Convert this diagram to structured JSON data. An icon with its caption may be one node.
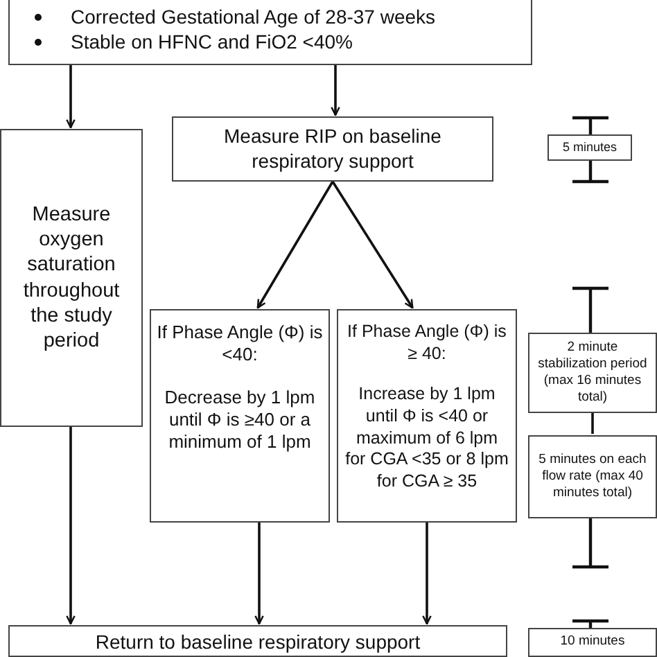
{
  "diagram": {
    "nodes": [
      {
        "text": [
          "Corrected Gestational Age of 28-37 weeks",
          "Stable on HFNC and FiO2 <40%"
        ]
      },
      {
        "text": [
          "Measure RIP on baseline respiratory support"
        ]
      },
      {
        "text": [
          "5 minutes"
        ]
      },
      {
        "text": [
          "Measure oxygen saturation throughout the study period"
        ]
      },
      {
        "text": [
          "If Phase Angle (Φ) is <40:",
          "Decrease by 1 lpm until Φ is ≥40 or a minimum of 1 lpm"
        ]
      },
      {
        "text": [
          "If Phase Angle (Φ) is ≥ 40:",
          "Increase by 1 lpm until Φ is <40 or maximum of 6 lpm for CGA <35 or 8 lpm for CGA ≥ 35"
        ]
      },
      {
        "text": [
          "2 minute stabilization period (max 16 minutes total)"
        ]
      },
      {
        "text": [
          "5 minutes on each flow rate (max 40 minutes total)"
        ]
      },
      {
        "text": [
          "Return to baseline respiratory support"
        ]
      },
      {
        "text": [
          "10 minutes"
        ]
      }
    ],
    "edges": [
      {
        "from": 0,
        "to": 3,
        "arrow": "to"
      },
      {
        "from": 0,
        "to": 1,
        "arrow": "to"
      },
      {
        "from": 1,
        "to": 4,
        "arrow": "to"
      },
      {
        "from": 1,
        "to": 5,
        "arrow": "to"
      },
      {
        "from": 6,
        "to": 7,
        "arrow": "none"
      },
      {
        "from": 3,
        "to": 8,
        "arrow": "to"
      },
      {
        "from": 4,
        "to": 8,
        "arrow": "to"
      },
      {
        "from": 5,
        "to": 8,
        "arrow": "to"
      }
    ]
  }
}
